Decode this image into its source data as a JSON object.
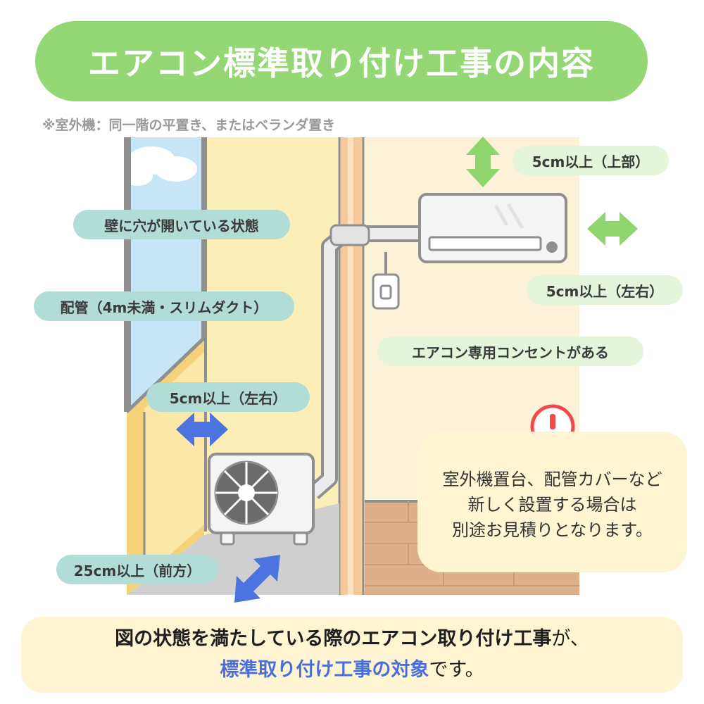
{
  "title": "エアコン標準取り付け工事の内容",
  "note": "※室外機：同一階の平置き、またはベランダ置き",
  "labels": {
    "indoor_top": "5cm以上（上部）",
    "indoor_side": "5cm以上（左右）",
    "wall_hole": "壁に穴が開いている状態",
    "piping": "配管（4m未満・スリムダクト）",
    "outlet": "エアコン専用コンセントがある",
    "outdoor_side": "5cm以上（左右）",
    "outdoor_front": "25cm以上（前方）"
  },
  "warning": {
    "line1": "室外機置台、配管カバーなど",
    "line2": "新しく設置する場合は",
    "line3": "別途お見積りとなります。"
  },
  "bottom": {
    "line1": "図の状態を満たしている際のエアコン取り付け工事",
    "line1_end": "が、",
    "line2_highlight": "標準取り付け工事の対象",
    "line2_end": "です。"
  },
  "colors": {
    "title_green": "#95d774",
    "teal_label": "#b2dcd6",
    "light_green_label": "#e4f5da",
    "green_arrow": "#8fd46f",
    "blue_arrow": "#4c74e0",
    "warning_red": "#f04a4a",
    "cream_box": "#fff5d2",
    "highlight_blue": "#4a6fdc"
  },
  "icons": [
    "up-down-arrow-icon",
    "left-right-arrow-icon",
    "diagonal-arrow-icon",
    "exclamation-icon"
  ]
}
